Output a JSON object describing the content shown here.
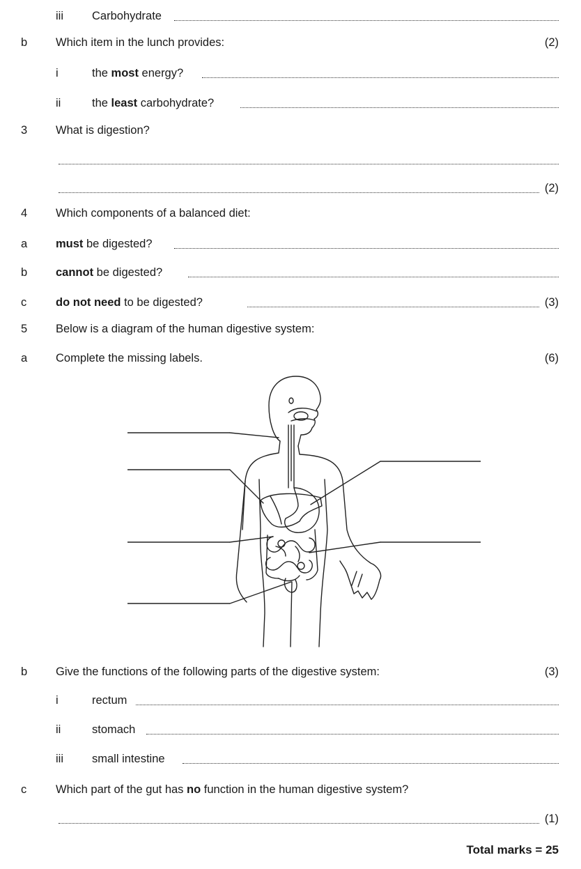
{
  "q2": {
    "iii_num": "iii",
    "iii_text": "Carbohydrate",
    "b_num": "b",
    "b_text": "Which item in the lunch provides:",
    "b_marks": "(2)",
    "bi_num": "i",
    "bi_pre": "the ",
    "bi_bold": "most",
    "bi_post": " energy?",
    "bii_num": "ii",
    "bii_pre": "the ",
    "bii_bold": "least",
    "bii_post": " carbohydrate?"
  },
  "q3": {
    "num": "3",
    "text": "What is digestion?",
    "marks": "(2)"
  },
  "q4": {
    "num": "4",
    "text": "Which components of a balanced diet:",
    "a_num": "a",
    "a_bold": "must",
    "a_post": " be digested?",
    "b_num": "b",
    "b_bold": "cannot",
    "b_post": " be digested?",
    "c_num": "c",
    "c_bold": "do not need",
    "c_post": " to be digested?",
    "c_marks": "(3)"
  },
  "q5": {
    "num": "5",
    "text": "Below is a diagram of the human digestive system:",
    "a_num": "a",
    "a_text": "Complete the missing labels.",
    "a_marks": "(6)",
    "b_num": "b",
    "b_text": "Give the functions of the following parts of the digestive system:",
    "b_marks": "(3)",
    "bi_num": "i",
    "bi_text": "rectum",
    "bii_num": "ii",
    "bii_text": "stomach",
    "biii_num": "iii",
    "biii_text": "small intestine",
    "c_num": "c",
    "c_pre": "Which part of the gut has ",
    "c_bold": "no",
    "c_post": " function in the human digestive system?",
    "c_marks": "(1)"
  },
  "total": "Total marks = 25"
}
